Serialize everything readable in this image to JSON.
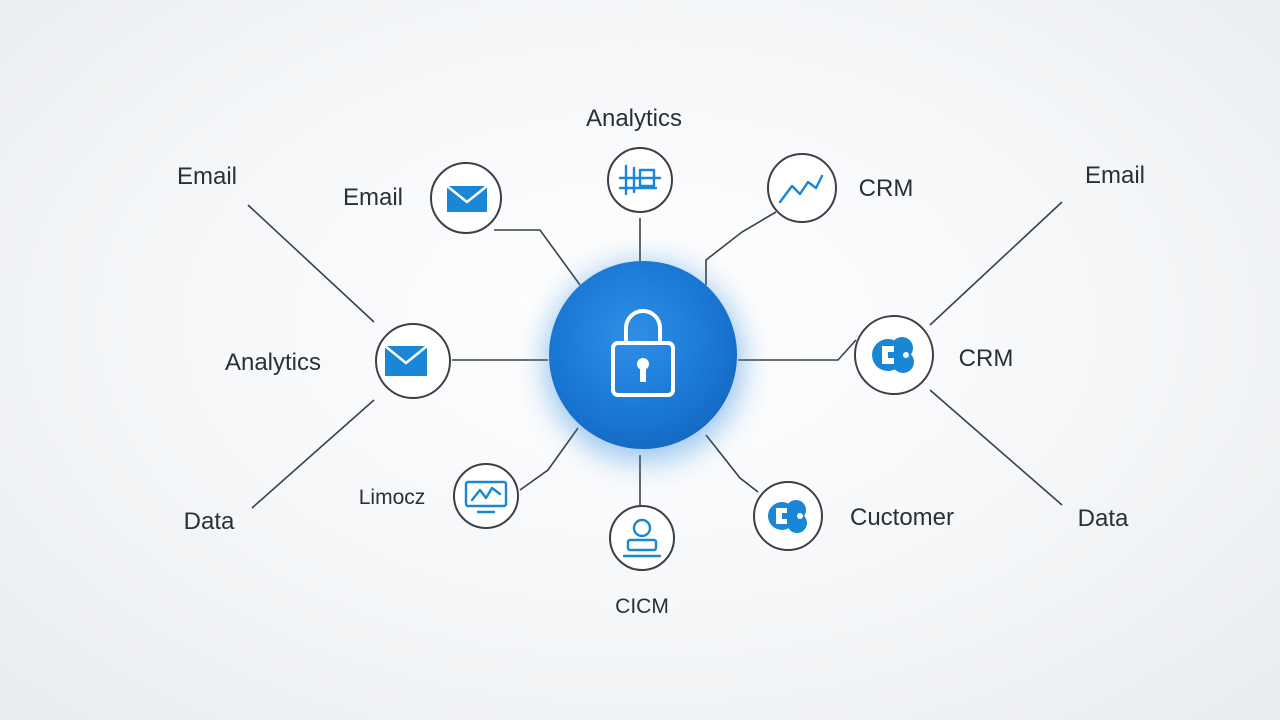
{
  "colors": {
    "accent": "#1a86d6",
    "hub": "#1876d2",
    "line": "#3c4046",
    "text": "#2b2f36"
  },
  "hub": {
    "icon": "lock-icon"
  },
  "labels": {
    "analytics_top": "Analytics",
    "email_top_left": "Email",
    "email_inner_left": "Email",
    "crm_top_right": "CRM",
    "email_top_right": "Email",
    "analytics_left": "Analytics",
    "crm_right": "CRM",
    "data_bottom_left": "Data",
    "limocz": "Limocz",
    "cicm_bottom": "CICM",
    "customer": "Cuctomer",
    "data_bottom_right": "Data"
  },
  "nodes": [
    {
      "id": "email-node",
      "icon": "envelope-icon"
    },
    {
      "id": "analytics-node",
      "icon": "analytics-panel-icon"
    },
    {
      "id": "crm-trend-node",
      "icon": "trend-line-icon"
    },
    {
      "id": "mail-left-node",
      "icon": "envelope-icon"
    },
    {
      "id": "crm-right-node",
      "icon": "cloud-puzzle-icon"
    },
    {
      "id": "monitor-node",
      "icon": "monitor-icon"
    },
    {
      "id": "user-node",
      "icon": "user-device-icon"
    },
    {
      "id": "customer-node",
      "icon": "cloud-puzzle-icon"
    }
  ]
}
